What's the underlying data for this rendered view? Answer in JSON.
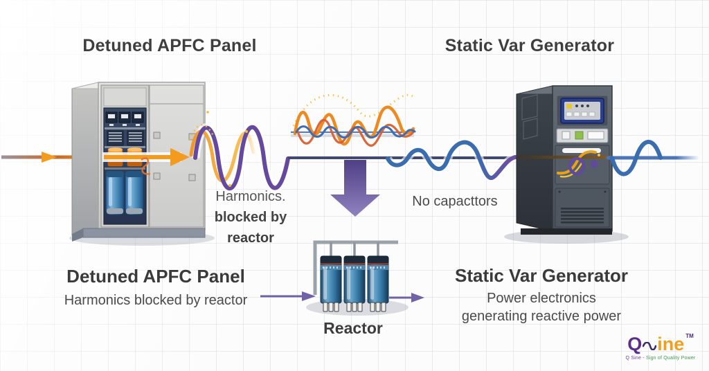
{
  "header": {
    "left_title": "Detuned APFC Panel",
    "right_title": "Static Var Generator"
  },
  "annotations": {
    "harmonics_lines": [
      "Harmonics.",
      "blocked by",
      "reactor"
    ],
    "no_capacitors": "No capacttors",
    "reactor_label": "Reactor"
  },
  "footer": {
    "left": {
      "heading": "Detuned APFC Panel",
      "subheading": "Harmonics blocked by reactor"
    },
    "right": {
      "heading": "Static Var Generator",
      "sub_line1": "Power electronics",
      "sub_line2": "generating reactive power"
    }
  },
  "logo": {
    "prefix": "Q",
    "suffix": "ine",
    "trademark": "TM",
    "tagline_left": "Q Sine -",
    "tagline_right": "Sign of Quality Power"
  },
  "colors": {
    "text_dark": "#3E3E3E",
    "flow_orange": "#F29B1F",
    "harmonic_purple": "#64499E",
    "clean_blue": "#3A6CB0",
    "arrow_purple": "#4E3E84",
    "logo_purple": "#5B2D8E",
    "logo_orange": "#F0A01E",
    "logo_green": "#3E9B4F"
  }
}
